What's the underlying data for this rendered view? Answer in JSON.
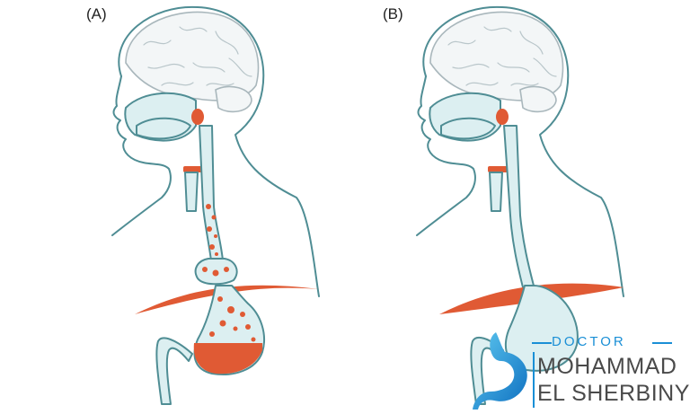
{
  "panels": [
    {
      "label": "(A)"
    },
    {
      "label": "(B)"
    }
  ],
  "watermark": {
    "top_word": "DOCTOR",
    "name_line1": "MOHAMMAD",
    "name_line2": "EL SHERBINY"
  },
  "colors": {
    "outline": "#4f8d94",
    "organ_fill": "#dceff1",
    "accent_orange": "#e05a34",
    "logo_blue": "#1a8fd6"
  }
}
